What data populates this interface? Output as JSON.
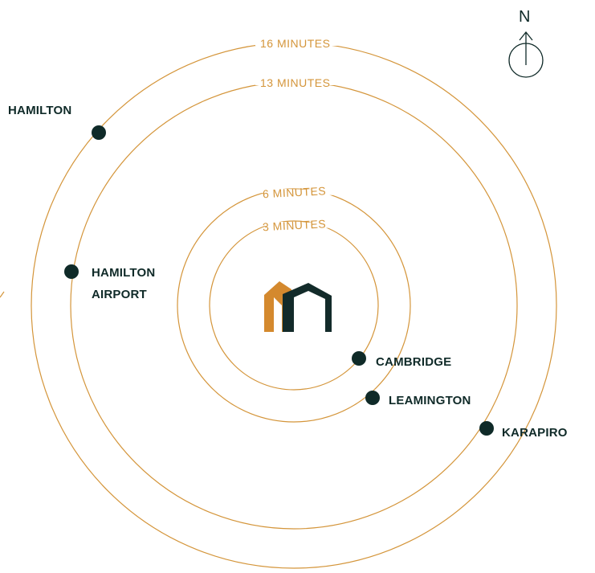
{
  "rings": [
    {
      "label": "16 MINUTES"
    },
    {
      "label": "13 MINUTES"
    },
    {
      "label": "6 MINUTES"
    },
    {
      "label": "3 MINUTES"
    }
  ],
  "places": {
    "hamilton": "HAMILTON",
    "hamilton_airport_line1": "HAMILTON",
    "hamilton_airport_line2": "AIRPORT",
    "cambridge": "CAMBRIDGE",
    "leamington": "LEAMINGTON",
    "karapiro": "KARAPIRO"
  },
  "compass": {
    "north_label": "N"
  },
  "colors": {
    "ring": "#d4953a",
    "dot": "#0f2a28",
    "logo_orange": "#d4892e",
    "logo_dark": "#132b2a"
  },
  "logo": {
    "icon": "house-logo-icon"
  }
}
